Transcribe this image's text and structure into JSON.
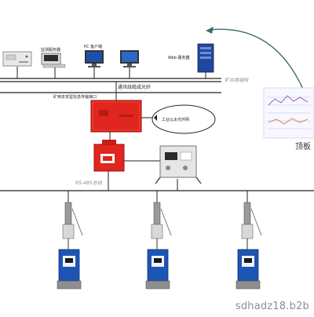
{
  "labels": {
    "monitor_server": "监测服务器",
    "pc_client": "PC 客户端",
    "web_server": "Web 服务器",
    "mine_lan": "矿井局域网",
    "comm_fiber": "通讯线缆成光纤",
    "substation": "矿用本安型信息传输接口",
    "ethernet_ring": "工业以太光环网",
    "rs485": "RS-485总线",
    "roof": "顶板"
  },
  "watermark": "sdhadz18.b2b",
  "colors": {
    "line": "#222222",
    "substation_red": "#e0261f",
    "arrow": "#3f6b6b",
    "screen_blue": "#1f4fa8",
    "sensor_blue": "#1d55b4"
  }
}
